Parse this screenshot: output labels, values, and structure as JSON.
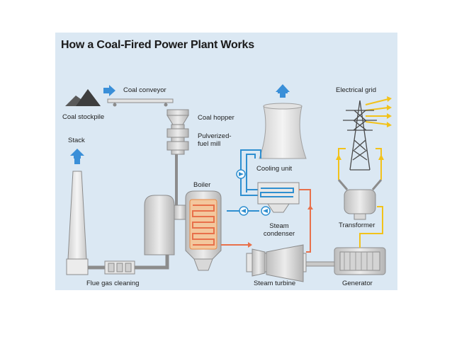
{
  "title": "How a Coal-Fired Power Plant Works",
  "labels": {
    "coal_conveyor": "Coal conveyor",
    "coal_stockpile": "Coal stockpile",
    "coal_hopper": "Coal hopper",
    "pulverized_line1": "Pulverized-",
    "pulverized_line2": "fuel mill",
    "stack": "Stack",
    "boiler": "Boiler",
    "cooling_unit": "Cooling unit",
    "steam_line1": "Steam",
    "steam_line2": "condenser",
    "electrical_grid": "Electrical grid",
    "transformer": "Transformer",
    "flue_gas_cleaning": "Flue gas cleaning",
    "steam_turbine": "Steam turbine",
    "generator": "Generator"
  },
  "colors": {
    "panel": "#dbe8f3",
    "equipment": "#e6e6e6",
    "equipment_stroke": "#8c8c8c",
    "water_pipe": "#2f8fd0",
    "steam_pipe": "#e8704a",
    "electric_line": "#f2c21a",
    "arrow_blue": "#3a8fd8",
    "coal": "#555555",
    "furnace": "#e88a45"
  },
  "icons": [
    "up-arrow-icon",
    "right-arrow-icon",
    "pump-icon",
    "lightning-icon"
  ]
}
